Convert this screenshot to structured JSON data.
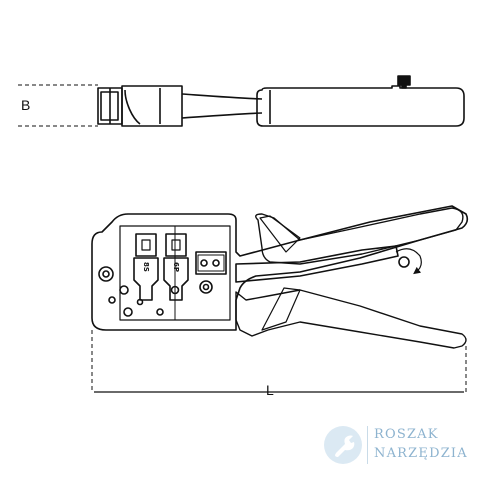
{
  "dimensions": {
    "height_label": "B",
    "length_label": "L"
  },
  "dies": {
    "left_label": "8S",
    "right_label": "6P"
  },
  "watermark": {
    "line1": "ROSZAK",
    "line2": "NARZĘDZIA",
    "icon": "wrench-icon",
    "color": "#8db3cf"
  }
}
